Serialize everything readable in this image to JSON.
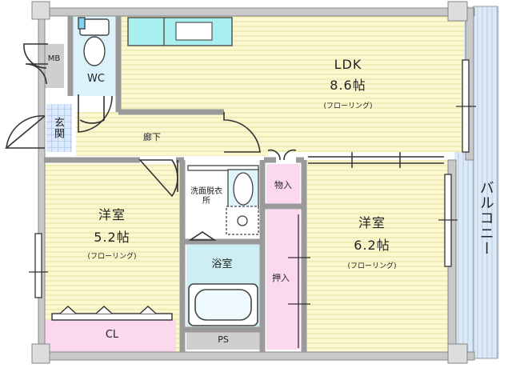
{
  "floorplan": {
    "rooms": {
      "ldk": {
        "name": "LDK",
        "size": "8.6帖",
        "note": "(フローリング)"
      },
      "room1": {
        "name": "洋室",
        "size": "5.2帖",
        "note": "(フローリング)"
      },
      "room2": {
        "name": "洋室",
        "size": "6.2帖",
        "note": "(フローリング)"
      },
      "wc": {
        "name": "WC"
      },
      "entrance": {
        "name": "玄関"
      },
      "corridor": {
        "name": "廊下"
      },
      "washroom": {
        "name": "洗面脱衣所"
      },
      "bathroom": {
        "name": "浴室"
      },
      "storage": {
        "name": "物入"
      },
      "closet_oshiire": {
        "name": "押入"
      },
      "closet_cl": {
        "name": "CL"
      },
      "ps": {
        "name": "PS"
      },
      "mb": {
        "name": "MB"
      },
      "balcony": {
        "name": "バルコニー"
      }
    }
  }
}
